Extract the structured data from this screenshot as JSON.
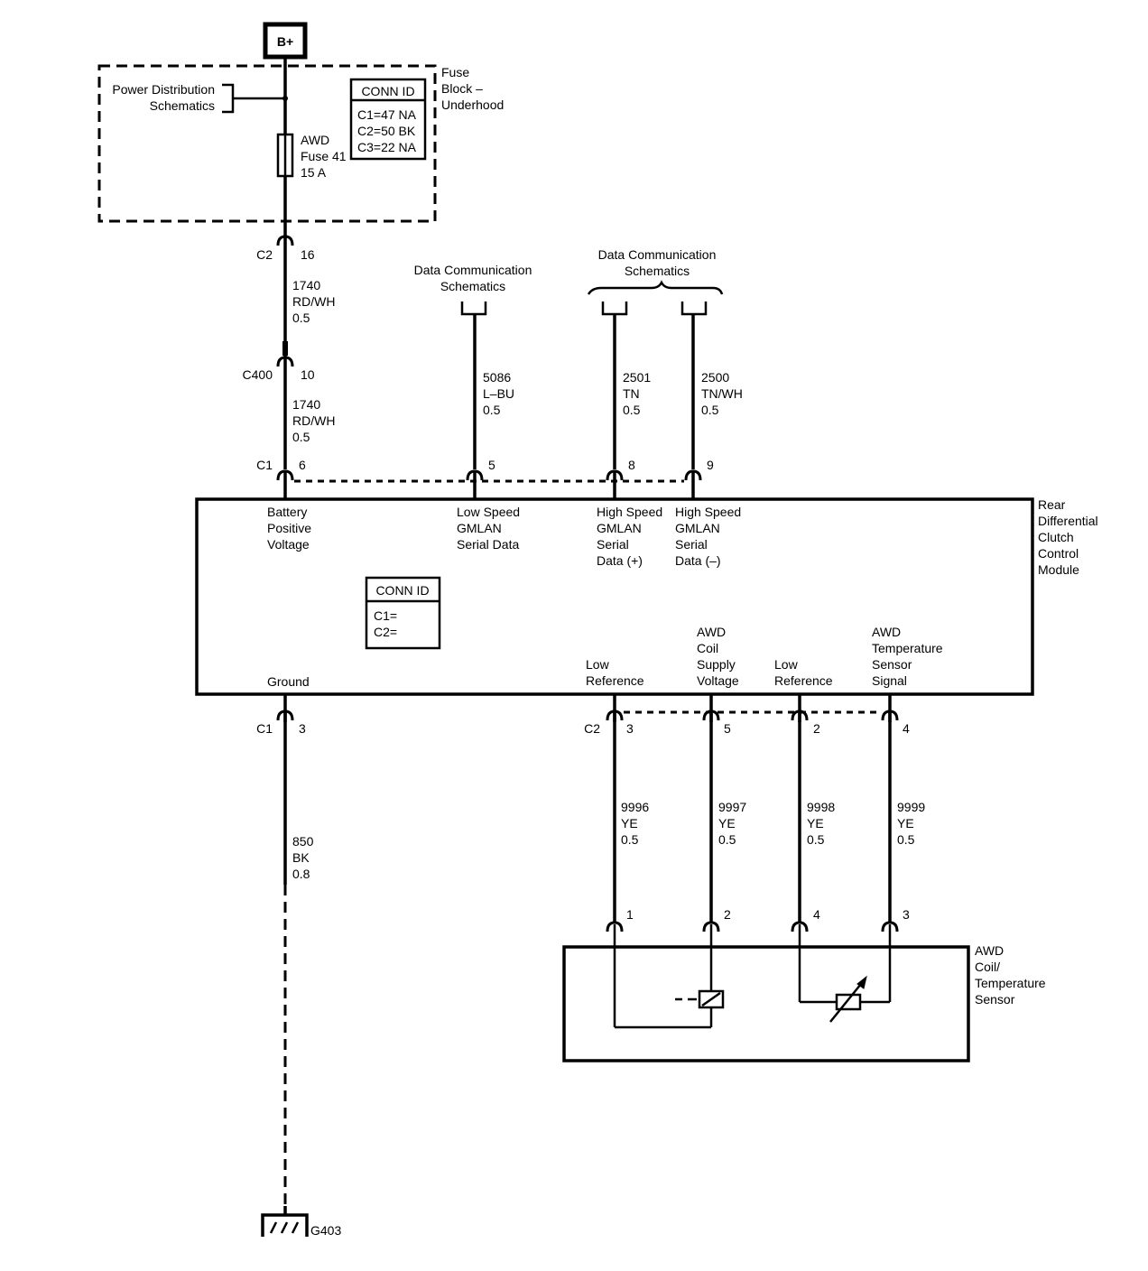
{
  "power": {
    "label": "B+"
  },
  "fuse_block": {
    "name_lines": [
      "Fuse",
      "Block –",
      "Underhood"
    ],
    "power_dist_lines": [
      "Power Distribution",
      "Schematics"
    ],
    "fuse_lines": [
      "AWD",
      "Fuse 41",
      "15 A"
    ],
    "conn_id": {
      "title": "CONN ID",
      "lines": [
        "C1=47 NA",
        "C2=50 BK",
        "C3=22 NA"
      ]
    }
  },
  "connectors": {
    "c2_top": {
      "name": "C2",
      "pin": "16"
    },
    "c400": {
      "name": "C400",
      "pin": "10"
    },
    "c1_bat": {
      "name": "C1",
      "pin": "6"
    },
    "c1_lsd": {
      "pin": "5"
    },
    "c1_hsp": {
      "pin": "8"
    },
    "c1_hsm": {
      "pin": "9"
    },
    "c1_gnd": {
      "name": "C1",
      "pin": "3"
    },
    "c2_lr1": {
      "name": "C2",
      "pin": "3"
    },
    "c2_sup": {
      "pin": "5"
    },
    "c2_lr2": {
      "pin": "2"
    },
    "c2_sig": {
      "pin": "4"
    },
    "sens_1": {
      "pin": "1"
    },
    "sens_2": {
      "pin": "2"
    },
    "sens_4": {
      "pin": "4"
    },
    "sens_3": {
      "pin": "3"
    }
  },
  "wires": {
    "w1740a": [
      "1740",
      "RD/WH",
      "0.5"
    ],
    "w1740b": [
      "1740",
      "RD/WH",
      "0.5"
    ],
    "w5086": [
      "5086",
      "L–BU",
      "0.5"
    ],
    "w2501": [
      "2501",
      "TN",
      "0.5"
    ],
    "w2500": [
      "2500",
      "TN/WH",
      "0.5"
    ],
    "w850": [
      "850",
      "BK",
      "0.8"
    ],
    "w9996": [
      "9996",
      "YE",
      "0.5"
    ],
    "w9997": [
      "9997",
      "YE",
      "0.5"
    ],
    "w9998": [
      "9998",
      "YE",
      "0.5"
    ],
    "w9999": [
      "9999",
      "YE",
      "0.5"
    ]
  },
  "data_comm": {
    "single": [
      "Data Communication",
      "Schematics"
    ],
    "pair": [
      "Data Communication",
      "Schematics"
    ]
  },
  "module": {
    "name_lines": [
      "Rear",
      "Differential",
      "Clutch",
      "Control",
      "Module"
    ],
    "pins": {
      "battery": [
        "Battery",
        "Positive",
        "Voltage"
      ],
      "lsd": [
        "Low Speed",
        "GMLAN",
        "Serial Data"
      ],
      "hsp": [
        "High Speed",
        "GMLAN",
        "Serial",
        "Data (+)"
      ],
      "hsm": [
        "High Speed",
        "GMLAN",
        "Serial",
        "Data (–)"
      ],
      "ground": [
        "Ground"
      ],
      "lowref1": [
        "Low",
        "Reference"
      ],
      "coilsup": [
        "AWD",
        "Coil",
        "Supply",
        "Voltage"
      ],
      "lowref2": [
        "Low",
        "Reference"
      ],
      "tempsig": [
        "AWD",
        "Temperature",
        "Sensor",
        "Signal"
      ]
    },
    "conn_id": {
      "title": "CONN ID",
      "lines": [
        "C1=",
        "C2="
      ]
    }
  },
  "sensor": {
    "name_lines": [
      "AWD",
      "Coil/",
      "Temperature",
      "Sensor"
    ]
  },
  "ground": {
    "label": "G403"
  }
}
